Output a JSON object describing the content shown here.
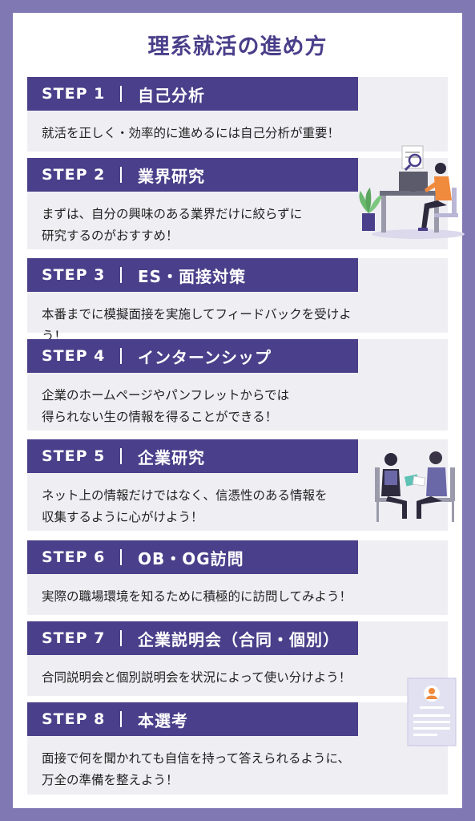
{
  "page": {
    "title": "理系就活の進め方"
  },
  "steps": [
    {
      "number": "STEP 1",
      "title": "自己分析",
      "description": "就活を正しく・効率的に進めるには自己分析が重要！"
    },
    {
      "number": "STEP 2",
      "title": "業界研究",
      "description": "まずは、自分の興味のある業界だけに絞らずに\n研究するのがおすすめ！"
    },
    {
      "number": "STEP 3",
      "title": "ES・面接対策",
      "description": "本番までに模擬面接を実施してフィードバックを受けよう！"
    },
    {
      "number": "STEP 4",
      "title": "インターンシップ",
      "description": "企業のホームページやパンフレットからでは\n得られない生の情報を得ることができる！"
    },
    {
      "number": "STEP 5",
      "title": "企業研究",
      "description": "ネット上の情報だけではなく、信憑性のある情報を\n収集するように心がけよう！"
    },
    {
      "number": "STEP 6",
      "title": "OB・OG訪問",
      "description": "実際の職場環境を知るために積極的に訪問してみよう！"
    },
    {
      "number": "STEP 7",
      "title": "企業説明会（合同・個別）",
      "description": "合同説明会と個別説明会を状況によって使い分けよう！"
    },
    {
      "number": "STEP 8",
      "title": "本選考",
      "description": "面接で何を聞かれても自信を持って答えられるように、\n万全の準備を整えよう！"
    }
  ],
  "colors": {
    "frame": "#7f78b3",
    "header": "#4a3f8a",
    "step_bg": "#efeef3",
    "accent_orange": "#f08a3c"
  },
  "illustrations": [
    "desk-worker-icon",
    "meeting-people-icon",
    "profile-document-icon"
  ]
}
